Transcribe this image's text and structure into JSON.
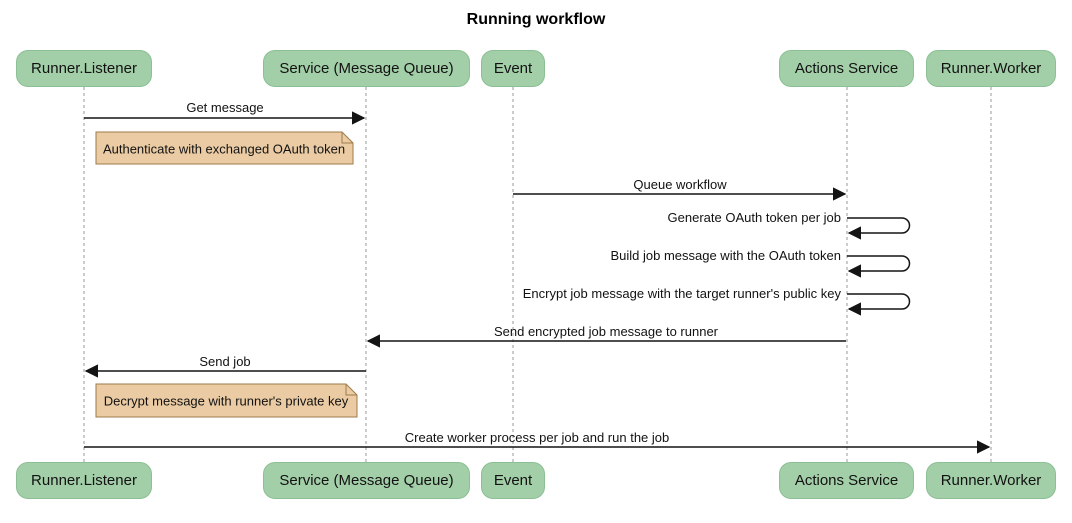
{
  "title": "Running workflow",
  "colors": {
    "actor_fill": "#a3cfa8",
    "actor_border": "#8bbf94",
    "note_fill": "#eacba3",
    "note_border": "#9e7b48",
    "lifeline": "#9a9a9a",
    "arrow": "#141414",
    "text": "#121212"
  },
  "actors": [
    {
      "id": "runner-listener",
      "label": "Runner.Listener"
    },
    {
      "id": "service-message-queue",
      "label": "Service (Message Queue)"
    },
    {
      "id": "event",
      "label": "Event"
    },
    {
      "id": "actions-service",
      "label": "Actions Service"
    },
    {
      "id": "runner-worker",
      "label": "Runner.Worker"
    }
  ],
  "messages": [
    {
      "label": "Get message",
      "from": "runner-listener",
      "to": "service-message-queue",
      "type": "solid-arrow"
    },
    {
      "label": "Queue workflow",
      "from": "event",
      "to": "actions-service",
      "type": "solid-arrow"
    },
    {
      "label": "Generate OAuth token per job",
      "from": "actions-service",
      "to": "actions-service",
      "type": "self-loop"
    },
    {
      "label": "Build job message with the OAuth token",
      "from": "actions-service",
      "to": "actions-service",
      "type": "self-loop"
    },
    {
      "label": "Encrypt job message with the target runner's public key",
      "from": "actions-service",
      "to": "actions-service",
      "type": "self-loop"
    },
    {
      "label": "Send encrypted job message to runner",
      "from": "actions-service",
      "to": "service-message-queue",
      "type": "solid-arrow"
    },
    {
      "label": "Send job",
      "from": "service-message-queue",
      "to": "runner-listener",
      "type": "solid-arrow"
    },
    {
      "label": "Create worker process per job and run the job",
      "from": "runner-listener",
      "to": "runner-worker",
      "type": "solid-arrow"
    }
  ],
  "notes": [
    {
      "label": "Authenticate with exchanged OAuth token",
      "attached_to": "runner-listener"
    },
    {
      "label": "Decrypt message with runner's private key",
      "attached_to": "runner-listener"
    }
  ]
}
